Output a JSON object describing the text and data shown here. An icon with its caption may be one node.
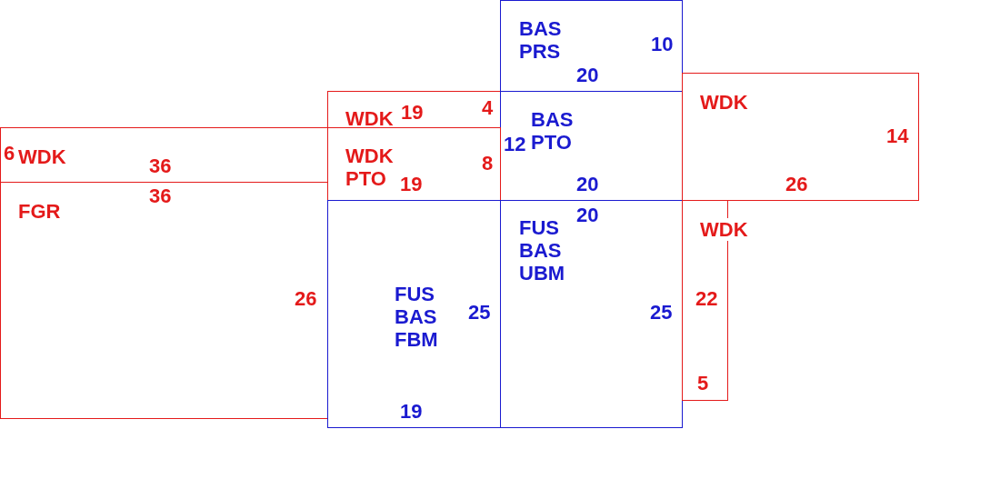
{
  "diagram": {
    "nodes": [
      {
        "text": [
          "BAS PRS",
          "10",
          "20"
        ]
      },
      {
        "text": [
          "WDK",
          "19",
          "4"
        ]
      },
      {
        "text": [
          "12",
          "BAS PTO",
          "20"
        ]
      },
      {
        "text": [
          "WDK",
          "14",
          "26"
        ]
      },
      {
        "text": [
          "6",
          "WDK",
          "36"
        ]
      },
      {
        "text": [
          "WDK PTO",
          "8",
          "19"
        ]
      },
      {
        "text": [
          "36",
          "FGR",
          "26"
        ]
      },
      {
        "text": [
          "FUS BAS FBM",
          "25",
          "19"
        ]
      },
      {
        "text": [
          "20",
          "FUS BAS UBM",
          "25"
        ]
      },
      {
        "text": [
          "WDK",
          "22",
          "5"
        ]
      }
    ]
  }
}
